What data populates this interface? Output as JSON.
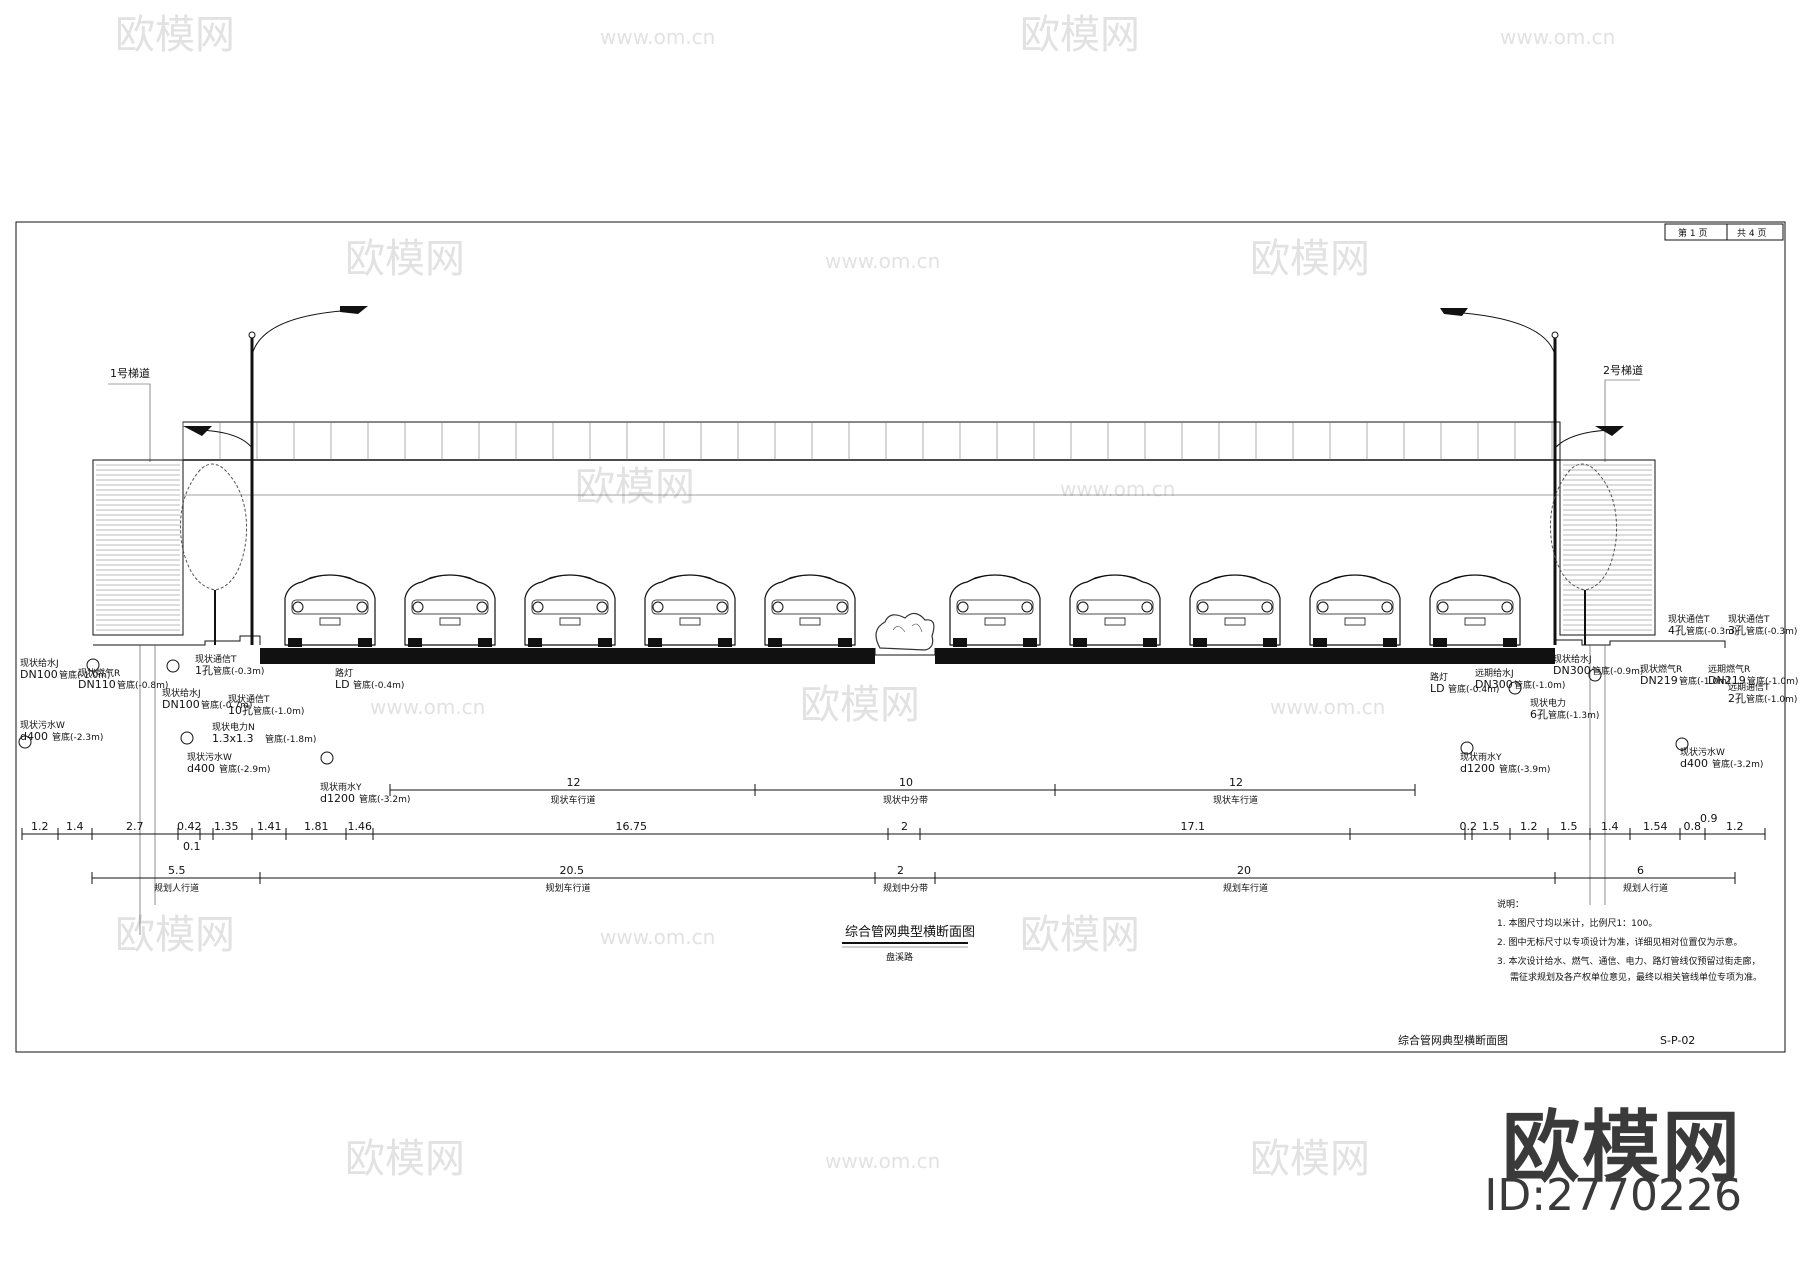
{
  "page_box": {
    "current": "第 1 页",
    "total": "共 4 页"
  },
  "ramps": {
    "left": "1号梯道",
    "right": "2号梯道"
  },
  "sheet": {
    "title": "综合管网典型横断面图",
    "code": "S-P-02"
  },
  "drawing": {
    "title": "综合管网典型横断面图",
    "subtitle": "盘溪路"
  },
  "notes": {
    "heading": "说明：",
    "lines": [
      "1. 本图尺寸均以米计，比例尺1：100。",
      "2. 图中无标尺寸以专项设计为准，详细见相对位置仅为示意。",
      "3. 本次设计给水、燃气、通信、电力、路灯管线仅预留过街走廊，",
      "需征求规划及各产权单位意见，最终以相关管线单位专项为准。"
    ]
  },
  "current_lanes": [
    {
      "value": "12",
      "label": "现状车行道"
    },
    {
      "value": "10",
      "label": "现状中分带"
    },
    {
      "value": "12",
      "label": "现状车行道"
    }
  ],
  "detail_dims": [
    "1.2",
    "1.4",
    "2.7",
    "0.42",
    "1.35",
    "1.41",
    "1.81",
    "1.46",
    "16.75",
    "2",
    "17.1",
    "0.2",
    "1.5",
    "1.2",
    "1.5",
    "1.4",
    "1.54",
    "0.8",
    "1.2"
  ],
  "extra_dims": [
    "0.1",
    "0.9"
  ],
  "planned_lanes": [
    {
      "value": "5.5",
      "label": "规划人行道"
    },
    {
      "value": "20.5",
      "label": "规划车行道"
    },
    {
      "value": "2",
      "label": "规划中分带"
    },
    {
      "value": "20",
      "label": "规划车行道"
    },
    {
      "value": "6",
      "label": "规划人行道"
    }
  ],
  "utilities": {
    "left": [
      {
        "name": "现状给水J",
        "spec": "DN100",
        "depth": "管底(-1.0m)"
      },
      {
        "name": "现状燃气R",
        "spec": "DN110",
        "depth": "管底(-0.8m)"
      },
      {
        "name": "现状给水J",
        "spec": "DN100",
        "depth": "管底(-0.7m)"
      },
      {
        "name": "现状通信T",
        "spec": "1孔",
        "depth": "管底(-0.3m)"
      },
      {
        "name": "现状通信T",
        "spec": "10孔",
        "depth": "管底(-1.0m)"
      },
      {
        "name": "现状电力N",
        "spec": "1.3x1.3",
        "depth": "管底(-1.8m)"
      },
      {
        "name": "路灯",
        "spec": "LD",
        "depth": "管底(-0.4m)"
      },
      {
        "name": "现状污水W",
        "spec": "d400",
        "depth": "管底(-2.3m)"
      },
      {
        "name": "现状污水W",
        "spec": "d400",
        "depth": "管底(-2.9m)"
      },
      {
        "name": "现状雨水Y",
        "spec": "d1200",
        "depth": "管底(-3.2m)"
      }
    ],
    "right": [
      {
        "name": "路灯",
        "spec": "LD",
        "depth": "管底(-0.4m)"
      },
      {
        "name": "现状给水J",
        "spec": "DN300",
        "depth": "管底(-0.9m)"
      },
      {
        "name": "远期给水J",
        "spec": "DN300",
        "depth": "管底(-1.0m)"
      },
      {
        "name": "现状电力",
        "spec": "6孔",
        "depth": "管底(-1.3m)"
      },
      {
        "name": "现状燃气R",
        "spec": "DN219",
        "depth": "管底(-1.0m)"
      },
      {
        "name": "现状通信T",
        "spec": "4孔",
        "depth": "管底(-0.3m)"
      },
      {
        "name": "现状通信T",
        "spec": "3孔",
        "depth": "管底(-0.3m)"
      },
      {
        "name": "远期通信T",
        "spec": "2孔",
        "depth": "管底(-1.0m)"
      },
      {
        "name": "远期燃气R",
        "spec": "DN219",
        "depth": "管底(-1.0m)"
      },
      {
        "name": "现状雨水Y",
        "spec": "d1200",
        "depth": "管底(-3.9m)"
      },
      {
        "name": "现状污水W",
        "spec": "d400",
        "depth": "管底(-3.2m)"
      }
    ]
  },
  "watermark": {
    "logo": "欧模网",
    "url": "www.om.cn",
    "brand": "欧模网",
    "id": "ID:2770226"
  }
}
